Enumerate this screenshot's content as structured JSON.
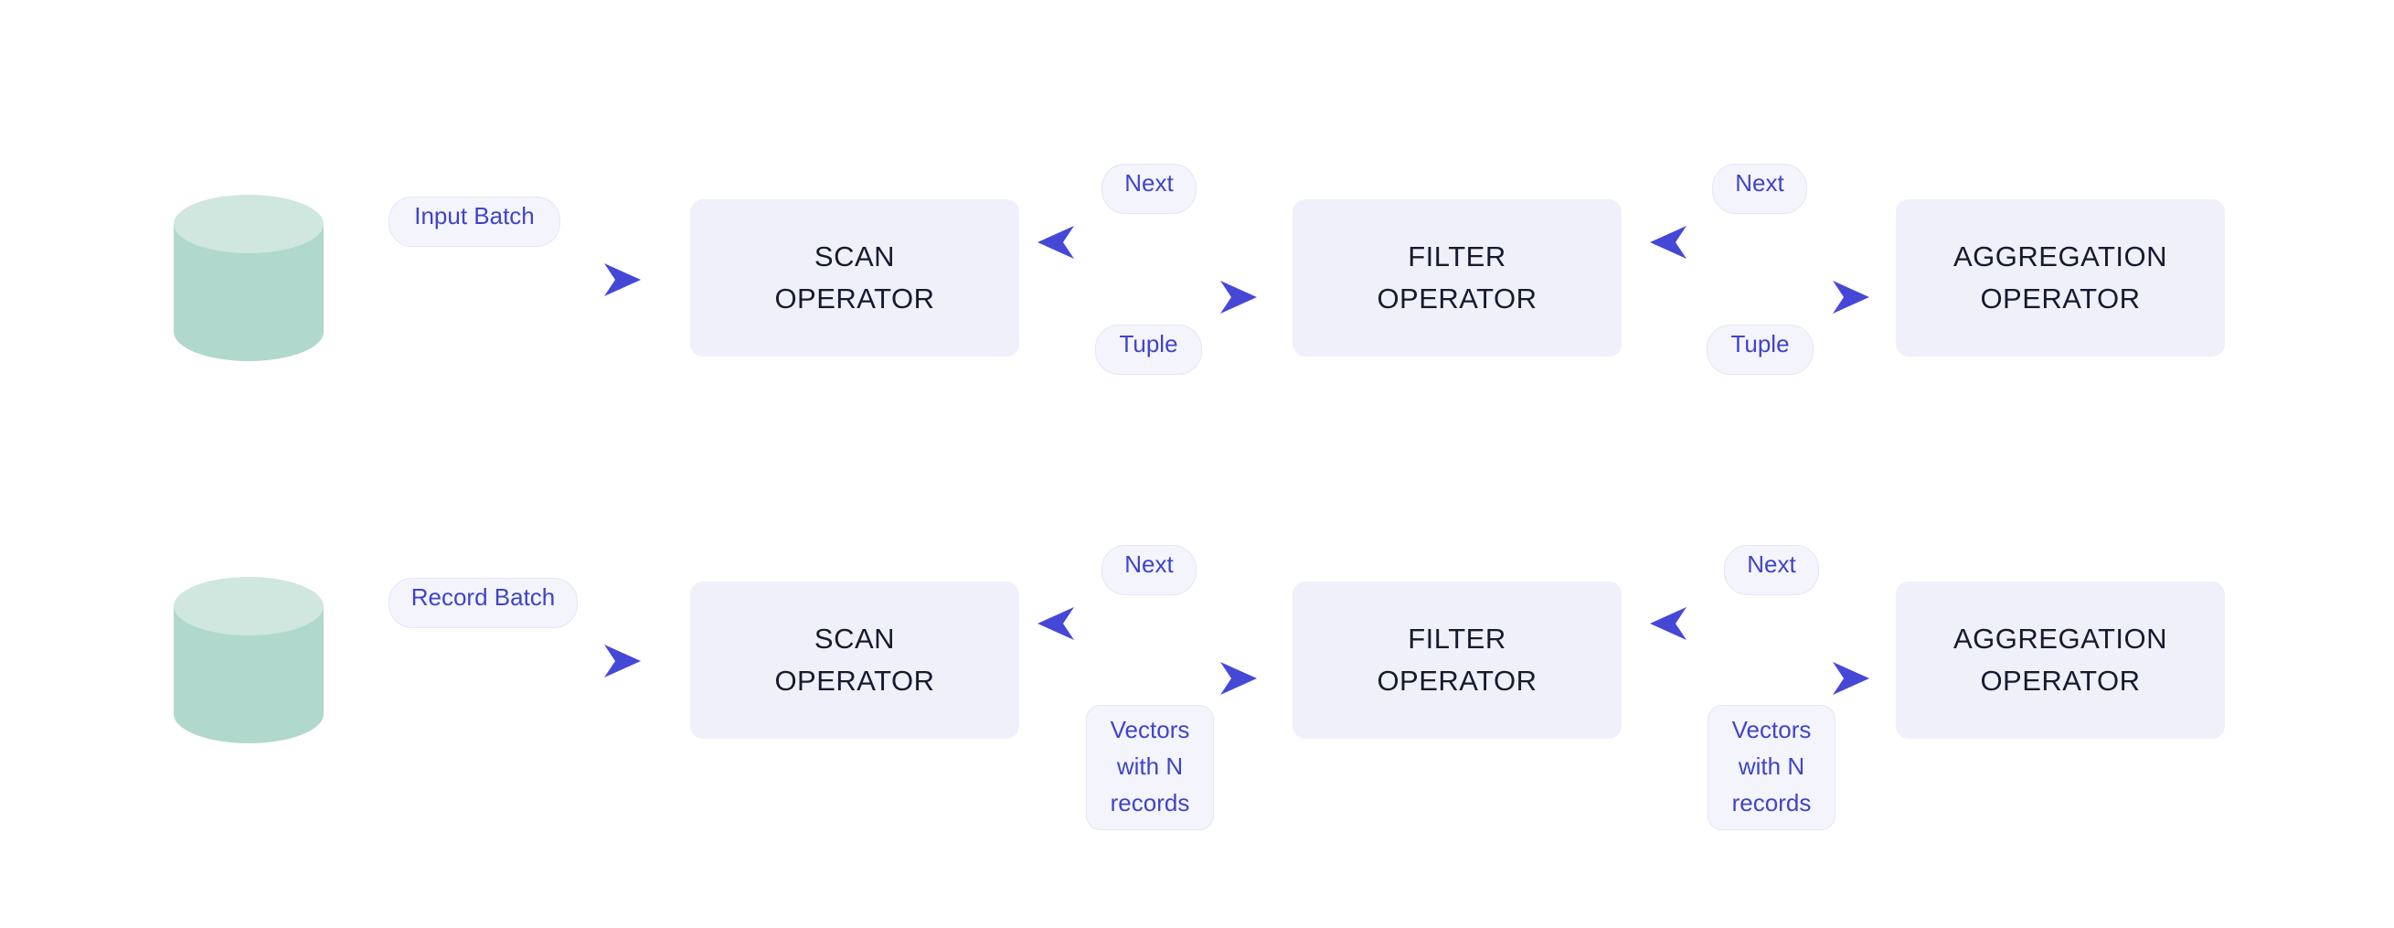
{
  "colors": {
    "accent": "#3f44c8",
    "arrow": "#4548d6",
    "box_fill": "#f0f0fb",
    "cylinder_body": "#b1d8cc",
    "cylinder_top": "#cfe7df",
    "text": "#161a2e"
  },
  "rows": [
    {
      "source_label": "Input Batch",
      "operators": {
        "scan": "SCAN\nOPERATOR",
        "filter": "FILTER\nOPERATOR",
        "aggregation": "AGGREGATION\nOPERATOR"
      },
      "scan_filter": {
        "request": "Next",
        "response": "Tuple"
      },
      "filter_aggregation": {
        "request": "Next",
        "response": "Tuple"
      }
    },
    {
      "source_label": "Record Batch",
      "operators": {
        "scan": "SCAN\nOPERATOR",
        "filter": "FILTER\nOPERATOR",
        "aggregation": "AGGREGATION\nOPERATOR"
      },
      "scan_filter": {
        "request": "Next",
        "response": [
          "Vectors",
          "with N",
          "records"
        ]
      },
      "filter_aggregation": {
        "request": "Next",
        "response": [
          "Vectors",
          "with N",
          "records"
        ]
      }
    }
  ]
}
